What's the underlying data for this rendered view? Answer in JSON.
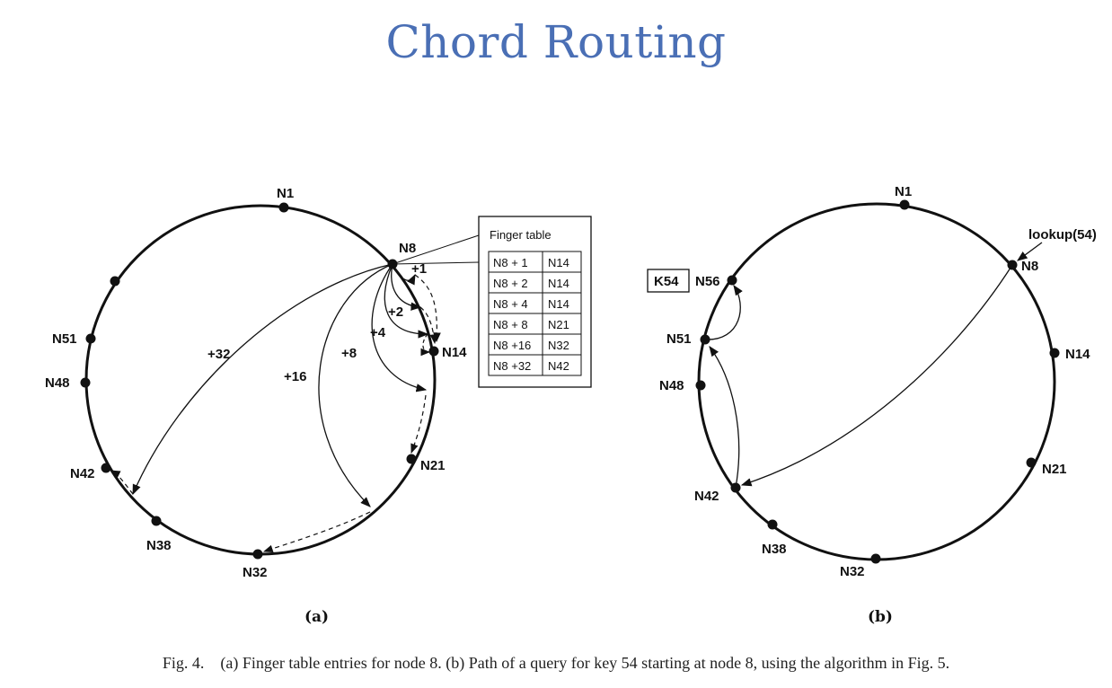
{
  "title": "Chord Routing",
  "diagram_a": {
    "node_labels": {
      "n1": "N1",
      "n8": "N8",
      "n14": "N14",
      "n21": "N21",
      "n32": "N32",
      "n38": "N38",
      "n42": "N42",
      "n48": "N48",
      "n51": "N51"
    },
    "finger_offsets": [
      "+1",
      "+2",
      "+4",
      "+8",
      "+16",
      "+32"
    ],
    "finger_table": {
      "title": "Finger table",
      "rows": [
        {
          "start": "N8 + 1",
          "node": "N14"
        },
        {
          "start": "N8 + 2",
          "node": "N14"
        },
        {
          "start": "N8 + 4",
          "node": "N14"
        },
        {
          "start": "N8 + 8",
          "node": "N21"
        },
        {
          "start": "N8 +16",
          "node": "N32"
        },
        {
          "start": "N8 +32",
          "node": "N42"
        }
      ]
    },
    "sublabel": "(a)"
  },
  "diagram_b": {
    "node_labels": {
      "n1": "N1",
      "n8": "N8",
      "n14": "N14",
      "n21": "N21",
      "n32": "N32",
      "n38": "N38",
      "n42": "N42",
      "n48": "N48",
      "n51": "N51",
      "n56": "N56"
    },
    "key_label": "K54",
    "lookup_label": "lookup(54)",
    "sublabel": "(b)"
  },
  "caption": "Fig. 4.    (a) Finger table entries for node 8. (b) Path of a query for key 54 starting at node 8, using the algorithm in Fig. 5."
}
